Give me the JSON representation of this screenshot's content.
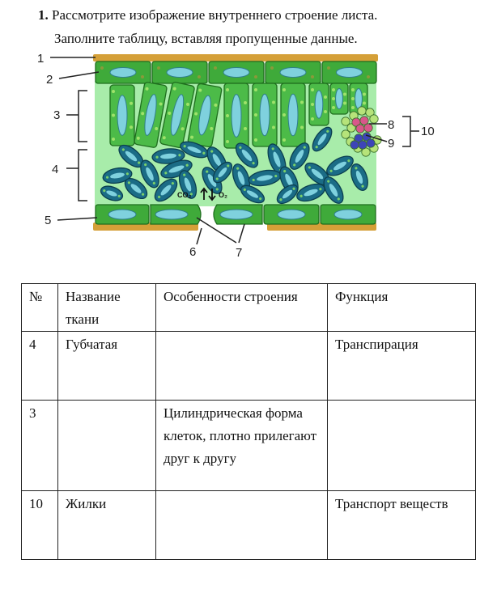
{
  "task": {
    "number": "1.",
    "line1": "Рассмотрите изображение внутреннего строение листа.",
    "line2": "Заполните таблицу, вставляя пропущенные данные."
  },
  "diagram": {
    "labels": [
      "1",
      "2",
      "3",
      "4",
      "5",
      "6",
      "7",
      "8",
      "9",
      "10"
    ],
    "gas_co2": "CO₂",
    "gas_o2": "O₂",
    "colors": {
      "cuticle": "#d5a038",
      "epidermis": "#3faa3a",
      "mesophyll_bg": "#a8ecaa",
      "palisade": "#4cbb48",
      "spongy": "#1b6c86",
      "nucleus": "#7fd1de",
      "xylem": "#3d45b8",
      "phloem": "#d8578a",
      "vein_cells": "#b6e37a"
    }
  },
  "table": {
    "headers": [
      "№",
      "Название ткани",
      "Особенности строения",
      "Функция"
    ],
    "rows": [
      [
        "4",
        "Губчатая",
        "",
        "Транспирация"
      ],
      [
        "3",
        "",
        "Цилиндрическая форма клеток, плотно прилегают друг к другу",
        ""
      ],
      [
        "10",
        "Жилки",
        "",
        "Транспорт веществ"
      ]
    ]
  }
}
